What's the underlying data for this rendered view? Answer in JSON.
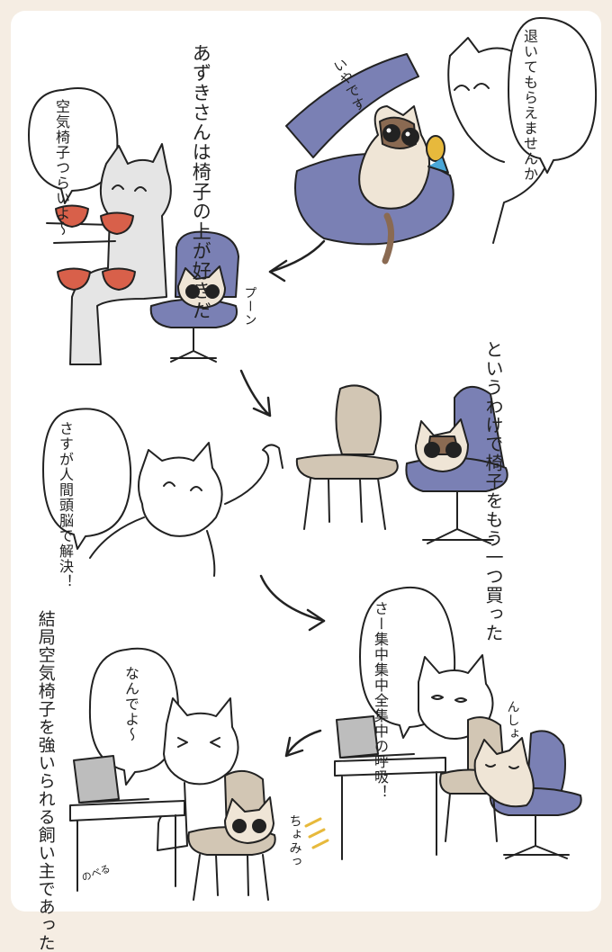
{
  "colors": {
    "page_bg": "#f5ede3",
    "panel_bg": "#ffffff",
    "chair_blue": "#7a80b4",
    "chair_beige": "#d2c6b4",
    "cat_cream": "#efe5d6",
    "cat_brown": "#8a6a52",
    "bowl_red": "#d8604a",
    "line": "#222222"
  },
  "panel1": {
    "bubble_owner": "退いてもらえませんか",
    "cat_reply": "いやです"
  },
  "panel2": {
    "narration": "あずきさんは椅子の上が好きだ",
    "bubble": "空気椅子つらいよ〜",
    "sfx": "プーン"
  },
  "panel3": {
    "narration": "というわけで椅子をもう一つ買った"
  },
  "panel4": {
    "bubble": "さすが人間頭脳で解決！"
  },
  "panel5": {
    "bubble": "さー集中集中全集中の呼吸！",
    "sfx": "んしょ"
  },
  "panel6": {
    "narration": "結局空気椅子を強いられる飼い主であった",
    "bubble": "なんでよ〜",
    "sfx": "ちょみっ"
  },
  "signature": "のべる"
}
